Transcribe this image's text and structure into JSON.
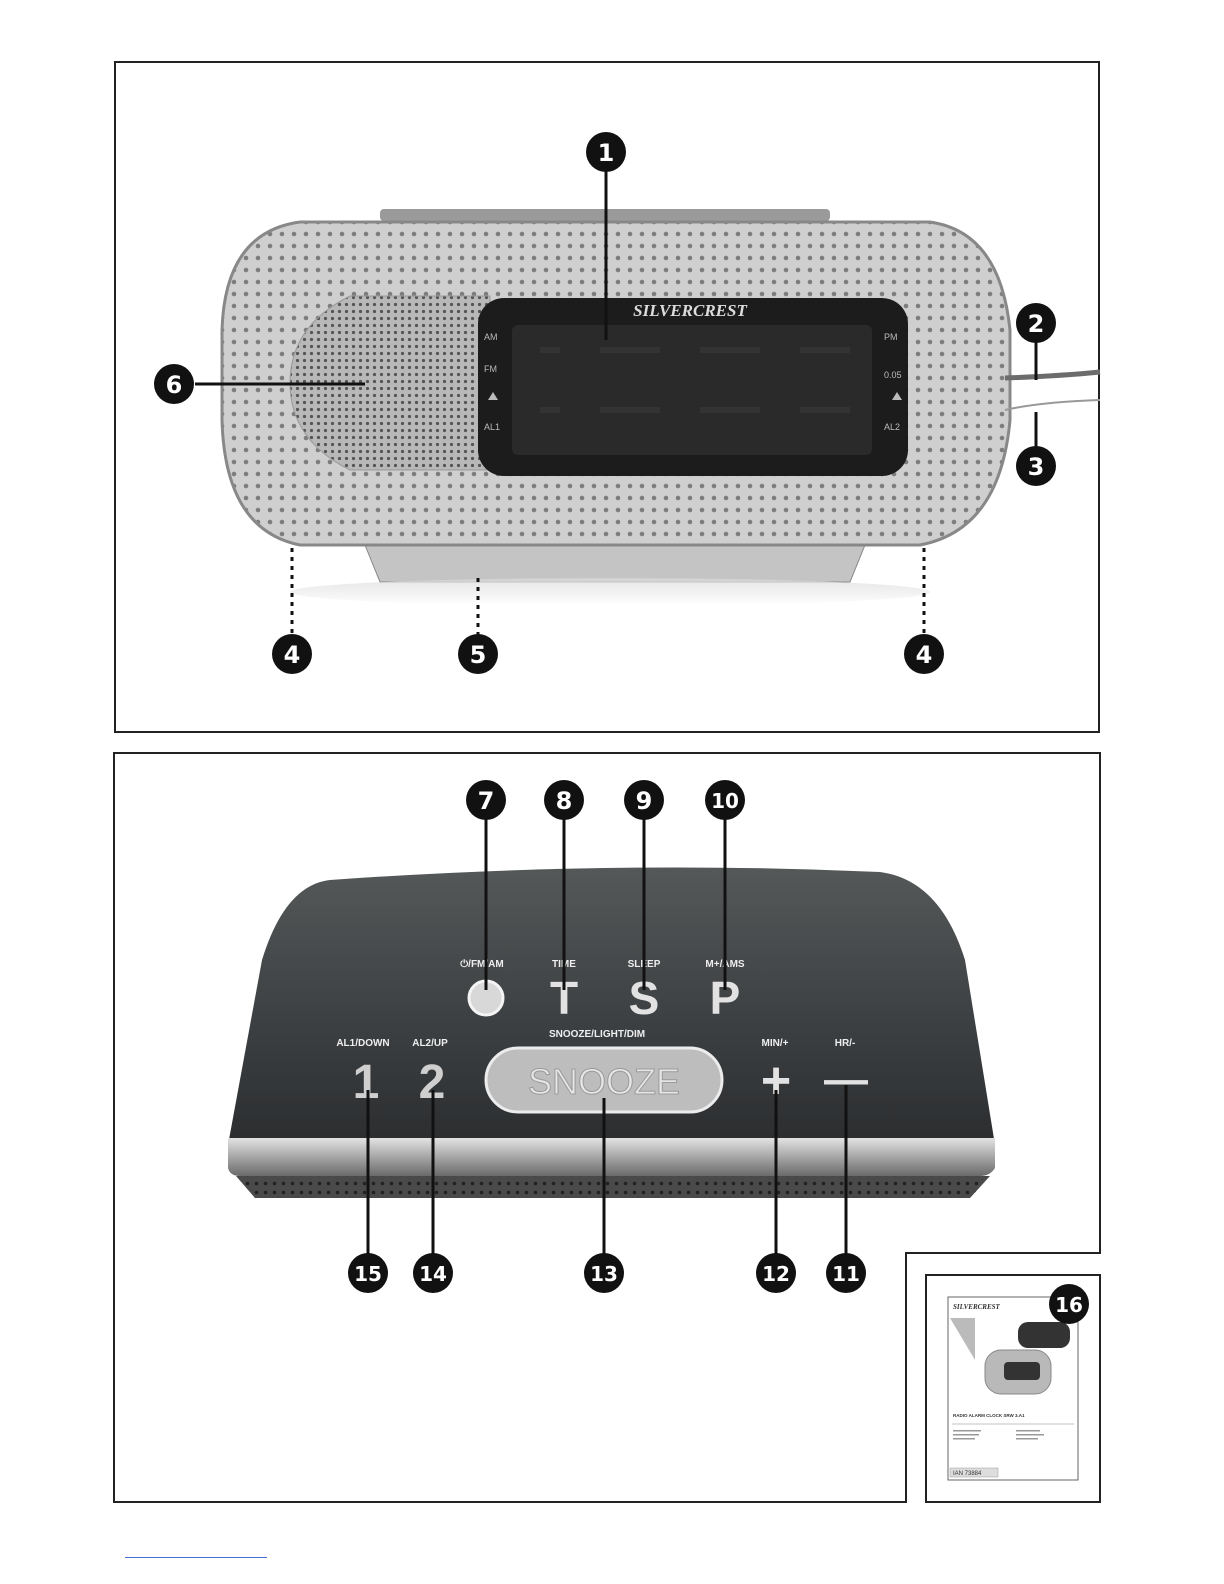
{
  "callouts": {
    "c1": "1",
    "c2": "2",
    "c3": "3",
    "c4a": "4",
    "c4b": "4",
    "c5": "5",
    "c6": "6",
    "c7": "7",
    "c8": "8",
    "c9": "9",
    "c10": "10",
    "c11": "11",
    "c12": "12",
    "c13": "13",
    "c14": "14",
    "c15": "15",
    "c16": "16"
  },
  "front": {
    "brand": "SILVERCREST",
    "am": "AM",
    "fm": "FM",
    "pm": "PM",
    "al1": "AL1",
    "al2": "AL2",
    "freq_unit": "0.05"
  },
  "top_view": {
    "btn7_label": "⏻/FM/AM",
    "btn8_label": "TIME",
    "btn8_glyph": "T",
    "btn9_label": "SLEEP",
    "btn9_glyph": "S",
    "btn10_label": "M+/AMS",
    "btn10_glyph": "P",
    "btn15_label": "AL1/DOWN",
    "btn15_glyph": "1",
    "btn14_label": "AL2/UP",
    "btn14_glyph": "2",
    "btn13_label": "SNOOZE/LIGHT/DIM",
    "btn13_glyph": "SNOOZE",
    "btn12_label": "MIN/+",
    "btn12_glyph": "+",
    "btn11_label": "HR/-",
    "btn11_glyph": "—"
  },
  "manual_thumb": {
    "brand": "SILVERCREST",
    "title": "RADIO ALARM CLOCK SRW 3.A1",
    "code": "IAN 73884"
  },
  "colors": {
    "frame": "#222222",
    "callout": "#111111",
    "body_dark": "#3a3d3e",
    "body_light": "#c9c9c9"
  }
}
